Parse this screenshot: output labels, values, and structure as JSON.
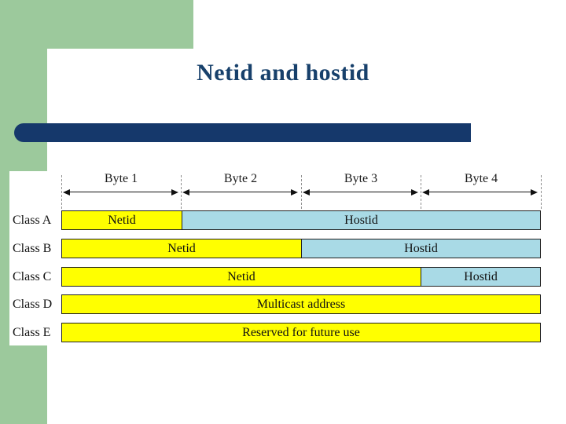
{
  "slide": {
    "title": "Netid and hostid",
    "colors": {
      "accent_navy": "#15386B",
      "template_green": "#9CC99C",
      "netid_yellow": "#FFFF00",
      "hostid_blue": "#A9DAE6"
    }
  },
  "figure": {
    "byte_labels": [
      "Byte 1",
      "Byte 2",
      "Byte 3",
      "Byte 4"
    ],
    "rows": [
      {
        "class": "Class A",
        "segments": [
          {
            "label": "Netid",
            "bytes": 1,
            "fill": "netid_yellow"
          },
          {
            "label": "Hostid",
            "bytes": 3,
            "fill": "hostid_blue"
          }
        ]
      },
      {
        "class": "Class B",
        "segments": [
          {
            "label": "Netid",
            "bytes": 2,
            "fill": "netid_yellow"
          },
          {
            "label": "Hostid",
            "bytes": 2,
            "fill": "hostid_blue"
          }
        ]
      },
      {
        "class": "Class C",
        "segments": [
          {
            "label": "Netid",
            "bytes": 3,
            "fill": "netid_yellow"
          },
          {
            "label": "Hostid",
            "bytes": 1,
            "fill": "hostid_blue"
          }
        ]
      },
      {
        "class": "Class D",
        "segments": [
          {
            "label": "Multicast address",
            "bytes": 4,
            "fill": "netid_yellow"
          }
        ]
      },
      {
        "class": "Class E",
        "segments": [
          {
            "label": "Reserved for future use",
            "bytes": 4,
            "fill": "netid_yellow"
          }
        ]
      }
    ]
  }
}
